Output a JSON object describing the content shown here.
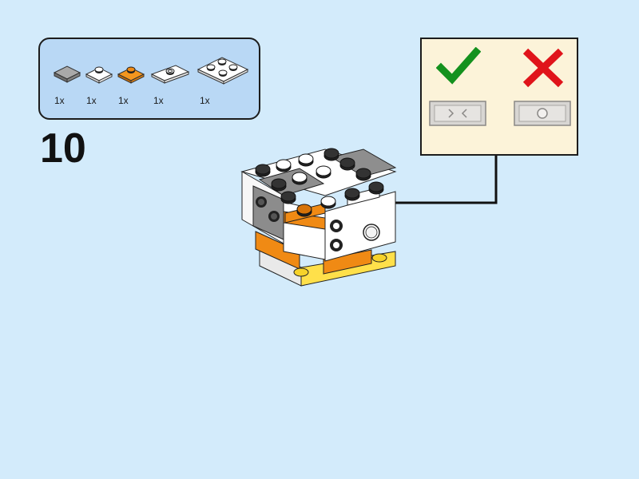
{
  "step": {
    "number": "10"
  },
  "parts": [
    {
      "name": "gray tile 1x1",
      "color": "#8e8e8e",
      "quantity": "1x"
    },
    {
      "name": "white plate 1x1",
      "color": "#ffffff",
      "quantity": "1x"
    },
    {
      "name": "orange plate 1x1",
      "color": "#f08a14",
      "quantity": "1x"
    },
    {
      "name": "white jumper plate 1x2",
      "color": "#ffffff",
      "quantity": "1x"
    },
    {
      "name": "white plate 2x2",
      "color": "#ffffff",
      "quantity": "1x"
    }
  ],
  "callout": {
    "correct": {
      "icon": "checkmark-icon",
      "color": "#14911e"
    },
    "wrong": {
      "icon": "cross-icon",
      "color": "#e0141b"
    },
    "tile_color": "#d8d6d3"
  },
  "colors": {
    "background": "#d3ebfb",
    "panel": "#b9d8f5",
    "callout_bg": "#fcf3d9"
  }
}
